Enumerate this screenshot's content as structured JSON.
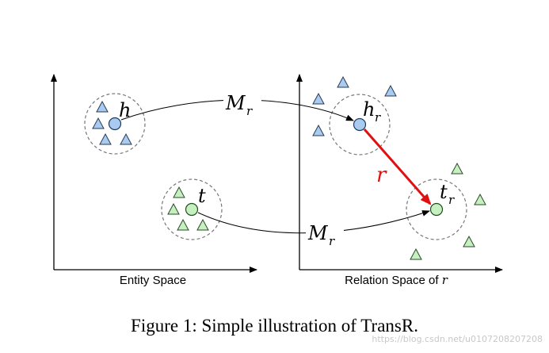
{
  "diagram": {
    "left_panel_label": "Entity Space",
    "right_panel_label_prefix": "Relation Space of ",
    "right_panel_label_var": "r",
    "entity_head": "h",
    "entity_tail": "t",
    "projection_label": "M",
    "projection_sub": "r",
    "projected_head": "h",
    "projected_head_sub": "r",
    "projected_tail": "t",
    "projected_tail_sub": "r",
    "relation_label": "r",
    "colors": {
      "blue_fill": "#a9cbef",
      "green_fill": "#c6f0c0",
      "relation_arrow": "#e01010",
      "dashed_circle": "#777777"
    }
  },
  "caption": "Figure 1: Simple illustration of TransR.",
  "watermark": "https://blog.csdn.net/u010720820​7208"
}
